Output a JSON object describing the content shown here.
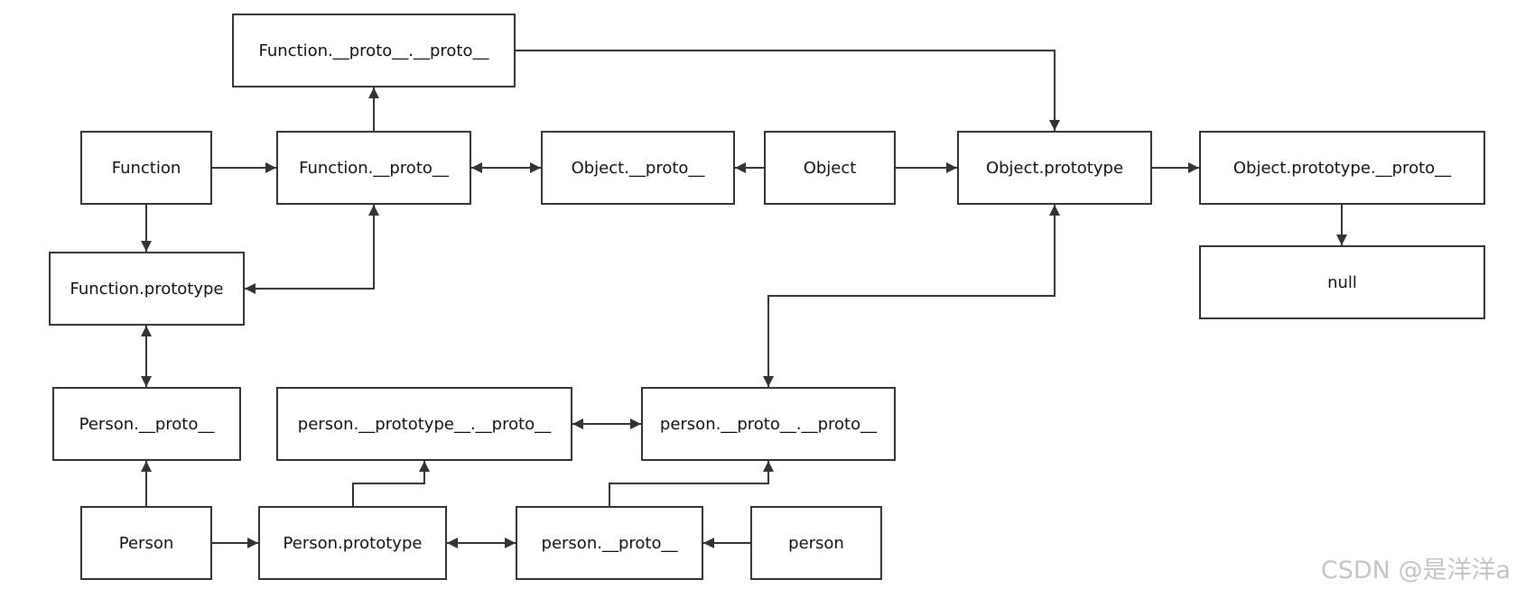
{
  "diagram": {
    "nodes": [
      {
        "id": "fn_proto_proto",
        "label": "Function.__proto__.__proto__"
      },
      {
        "id": "fn",
        "label": "Function"
      },
      {
        "id": "fn_proto",
        "label": "Function.__proto__"
      },
      {
        "id": "obj_proto",
        "label": "Object.__proto__"
      },
      {
        "id": "obj",
        "label": "Object"
      },
      {
        "id": "obj_prototype",
        "label": "Object.prototype"
      },
      {
        "id": "obj_prototype_proto",
        "label": "Object.prototype.__proto__"
      },
      {
        "id": "null",
        "label": "null"
      },
      {
        "id": "fn_prototype",
        "label": "Function.prototype"
      },
      {
        "id": "Person_proto",
        "label": "Person.__proto__"
      },
      {
        "id": "person_prototype_proto",
        "label": "person.__prototype__.__proto__"
      },
      {
        "id": "person_proto_proto",
        "label": "person.__proto__.__proto__"
      },
      {
        "id": "Person",
        "label": "Person"
      },
      {
        "id": "Person_prototype",
        "label": "Person.prototype"
      },
      {
        "id": "person_proto",
        "label": "person.__proto__"
      },
      {
        "id": "person",
        "label": "person"
      }
    ],
    "edges": [
      {
        "from": "fn_proto_proto",
        "to": "obj_prototype",
        "direction": "forward"
      },
      {
        "from": "fn_proto",
        "to": "fn_proto_proto",
        "direction": "forward"
      },
      {
        "from": "fn",
        "to": "fn_proto",
        "direction": "forward"
      },
      {
        "from": "fn_proto",
        "to": "obj_proto",
        "direction": "both"
      },
      {
        "from": "obj",
        "to": "obj_proto",
        "direction": "forward"
      },
      {
        "from": "obj",
        "to": "obj_prototype",
        "direction": "forward"
      },
      {
        "from": "obj_prototype",
        "to": "obj_prototype_proto",
        "direction": "forward"
      },
      {
        "from": "obj_prototype_proto",
        "to": "null",
        "direction": "forward"
      },
      {
        "from": "fn",
        "to": "fn_prototype",
        "direction": "forward"
      },
      {
        "from": "fn_prototype",
        "to": "fn_proto",
        "direction": "both"
      },
      {
        "from": "fn_prototype",
        "to": "Person_proto",
        "direction": "both"
      },
      {
        "from": "Person",
        "to": "Person_proto",
        "direction": "forward"
      },
      {
        "from": "Person",
        "to": "Person_prototype",
        "direction": "forward"
      },
      {
        "from": "Person_prototype",
        "to": "person_prototype_proto",
        "direction": "forward"
      },
      {
        "from": "Person_prototype",
        "to": "person_proto",
        "direction": "both"
      },
      {
        "from": "person",
        "to": "person_proto",
        "direction": "forward"
      },
      {
        "from": "person_proto",
        "to": "person_proto_proto",
        "direction": "forward"
      },
      {
        "from": "person_prototype_proto",
        "to": "person_proto_proto",
        "direction": "both"
      },
      {
        "from": "person_proto_proto",
        "to": "obj_prototype",
        "direction": "both"
      }
    ]
  },
  "watermark": "CSDN @是洋洋a",
  "colors": {
    "stroke": "#333333",
    "text": "#111111",
    "watermark": "#c4c4c4"
  }
}
